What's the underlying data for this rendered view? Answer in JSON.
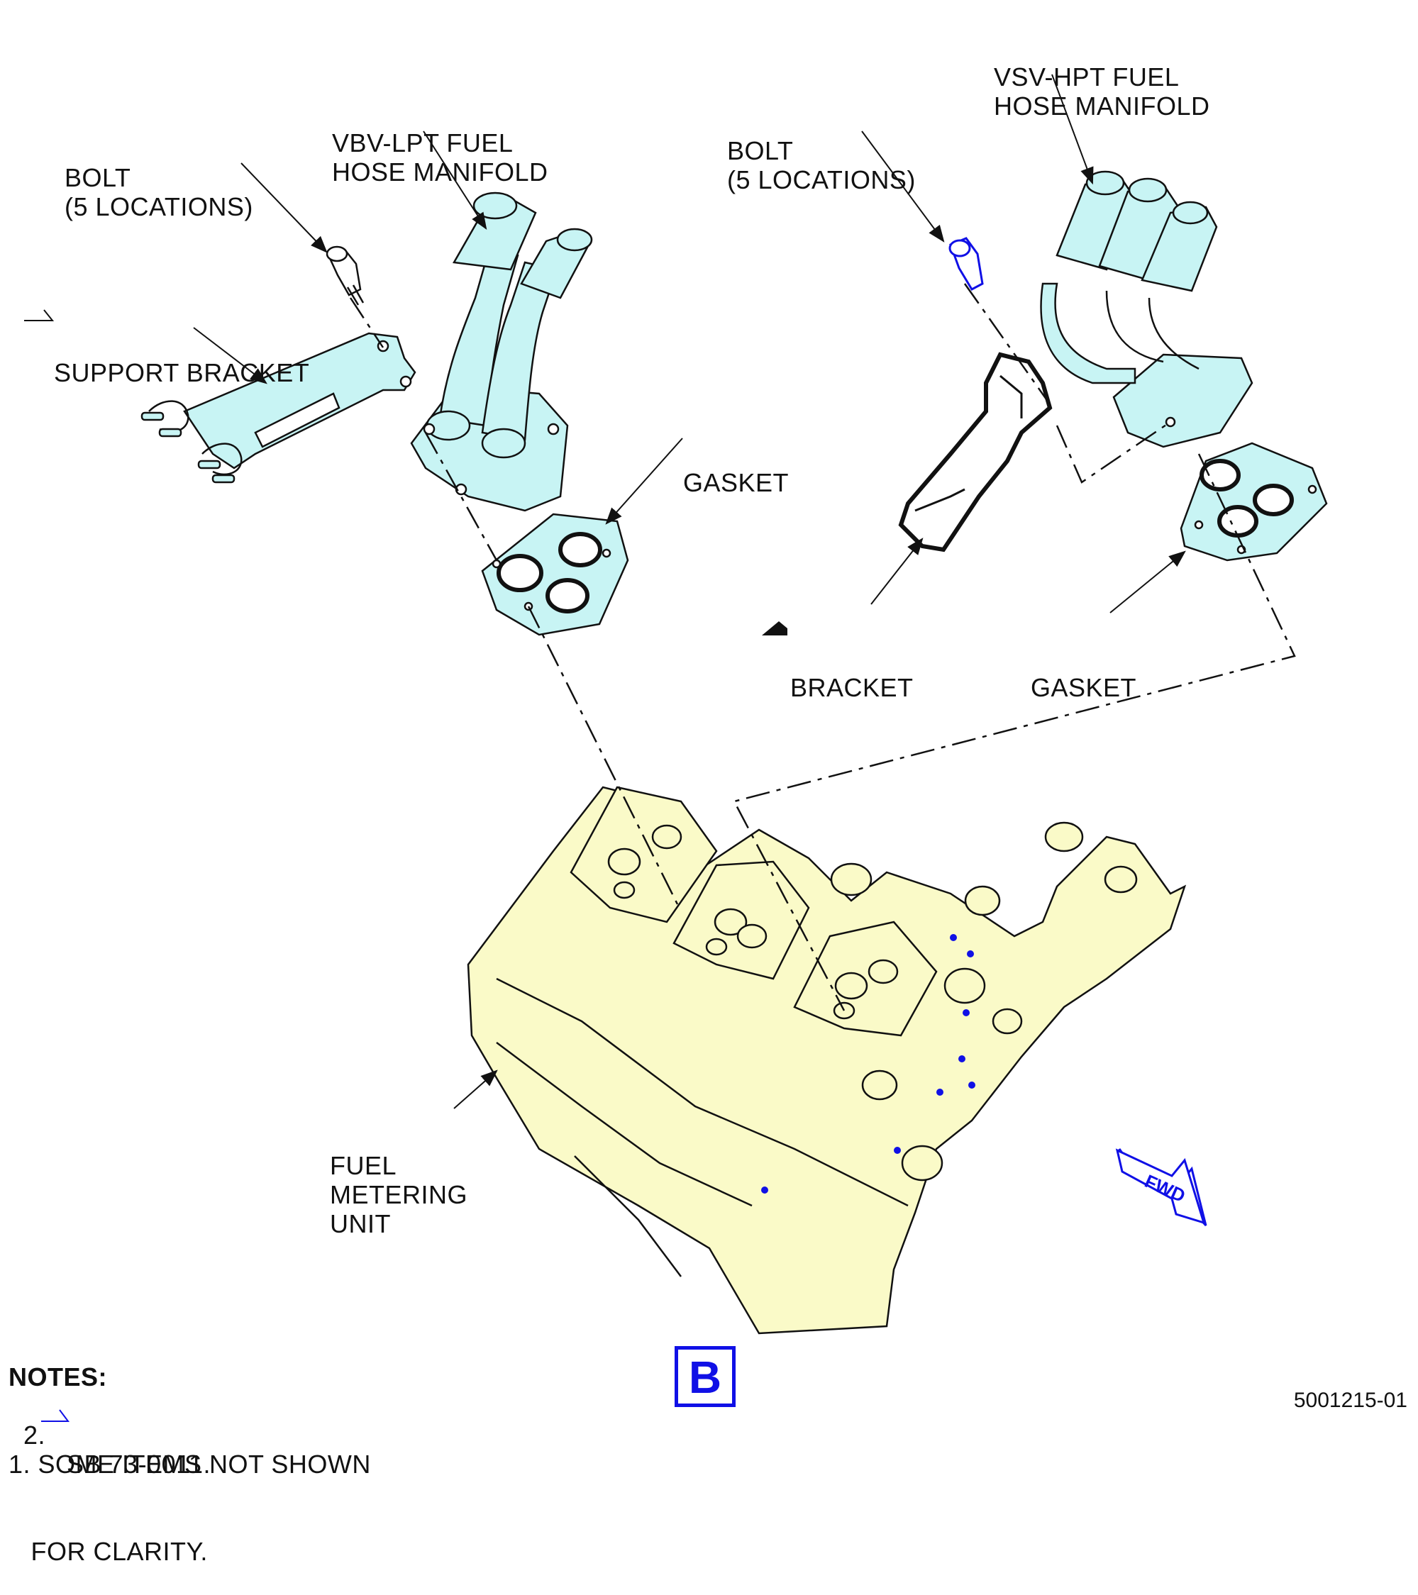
{
  "labels": {
    "bolt_left": [
      "BOLT",
      "(5 LOCATIONS)"
    ],
    "vbv_manifold": [
      "VBV-LPT FUEL",
      "HOSE MANIFOLD"
    ],
    "support_bracket": "SUPPORT BRACKET",
    "gasket_left": "GASKET",
    "bolt_right": [
      "BOLT",
      "(5 LOCATIONS)"
    ],
    "vsv_manifold": [
      "VSV-HPT FUEL",
      "HOSE MANIFOLD"
    ],
    "bracket": "BRACKET",
    "gasket_right": "GASKET",
    "fuel_metering_unit": [
      "FUEL",
      "METERING",
      "UNIT"
    ],
    "fwd_arrow": "FWD"
  },
  "notes": {
    "title": "NOTES:",
    "items": [
      "1. SOME ITEMS NOT SHOWN",
      "   FOR CLARITY.",
      "2.",
      "SB 73-0011."
    ]
  },
  "view_letter": "B",
  "drawing_number": "5001215-01",
  "colors": {
    "component_fill": "#c8f4f4",
    "fmu_fill": "#fafac8",
    "line": "#111111",
    "accent_blue": "#1010e6"
  }
}
